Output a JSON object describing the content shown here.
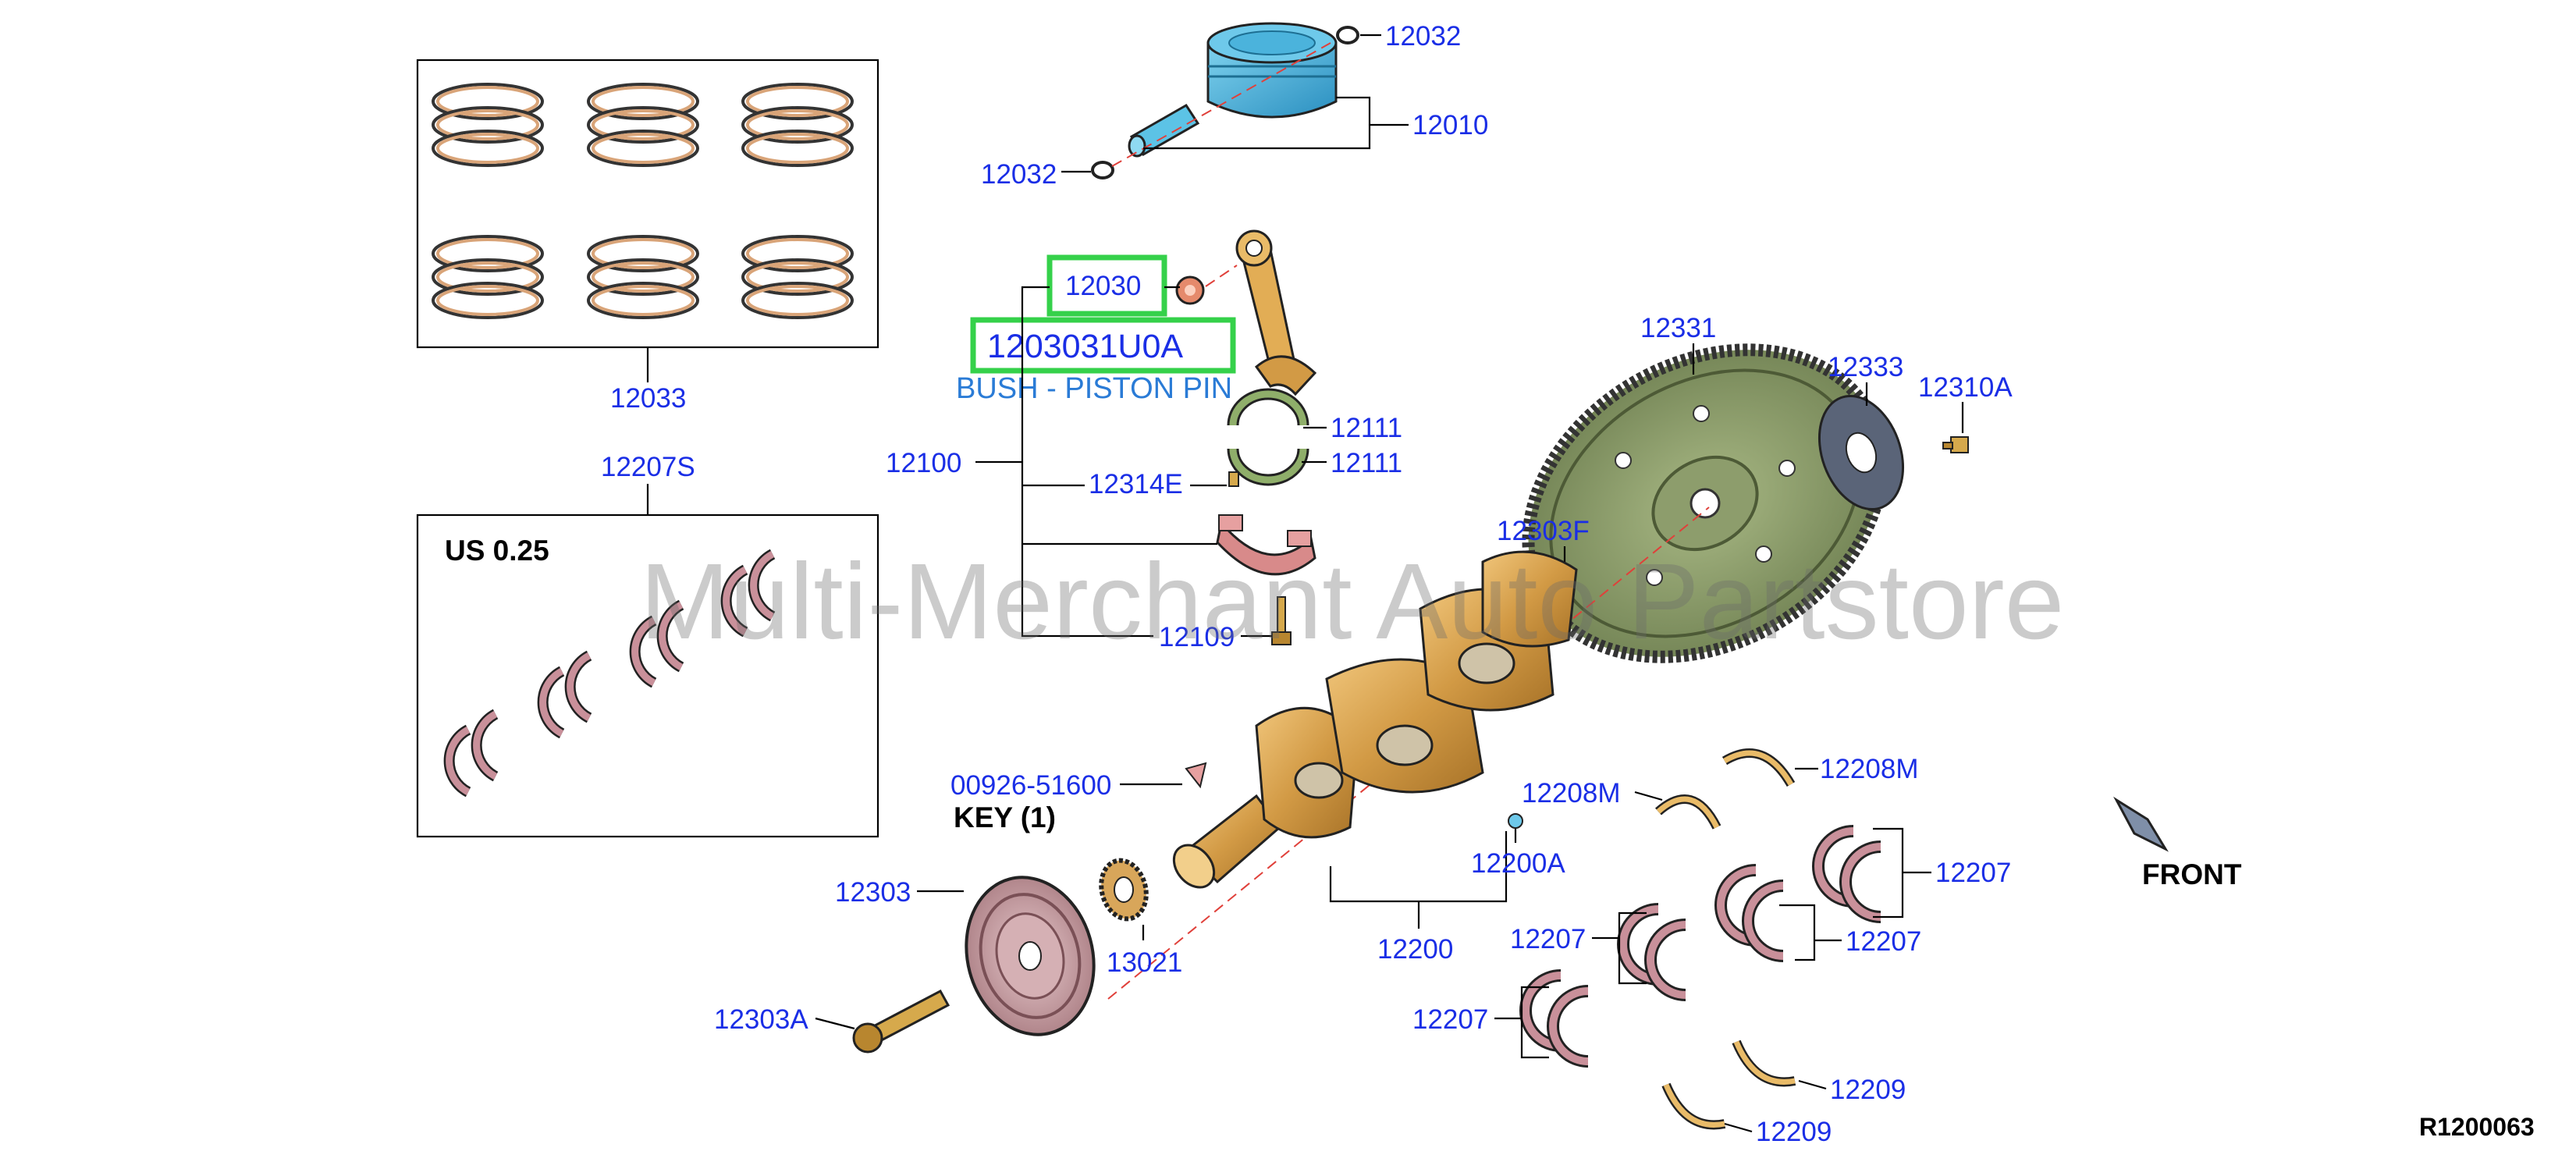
{
  "diagram": {
    "watermark": "Multi-Merchant Auto Partstore",
    "diagram_code": "R1200063",
    "front_label": "FRONT",
    "highlighted_part_number": "1203031U0A",
    "highlighted_part_name": "BUSH - PISTON PIN",
    "boxes": {
      "rings_box_label": "12033",
      "bearings_box_label": "12207S",
      "bearings_box_note": "US 0.25"
    },
    "key_label": "KEY (1)",
    "callouts": {
      "snap_ring_top": "12032",
      "piston": "12010",
      "snap_ring_left": "12032",
      "conrod_bush": "12030",
      "rod_bearing_upper": "12111",
      "rod_bearing_lower": "12111",
      "conrod_assembly": "12100",
      "conrod_dowel": "12314E",
      "conrod_bolt": "12109",
      "flywheel": "12331",
      "flywheel_plate": "12333",
      "flywheel_bolt": "12310A",
      "pilot_bushing": "12303F",
      "crank_key": "00926-51600",
      "crankshaft_plug": "12200A",
      "crankshaft": "12200",
      "pulley": "12303",
      "sprocket": "13021",
      "pulley_bolt": "12303A",
      "thrust_left": "12208M",
      "thrust_right": "12208M",
      "main_bearing_right": "12207",
      "main_bearing_mid_right": "12207",
      "main_bearing_mid": "12207",
      "main_bearing_low": "12207",
      "thrust_lower_1": "12209",
      "thrust_lower_2": "12209"
    }
  },
  "colors": {
    "callout_text": "#1a2ee6",
    "highlight_box": "#35d14a",
    "bush_text": "#2a7bd6",
    "piston": "#3fb0d8",
    "crankshaft": "#d9a14c",
    "flywheel": "#8a9a6b",
    "bearing_shell": "#c9909a",
    "bearing_green": "#8fae6a",
    "center_line": "#e0403a"
  }
}
